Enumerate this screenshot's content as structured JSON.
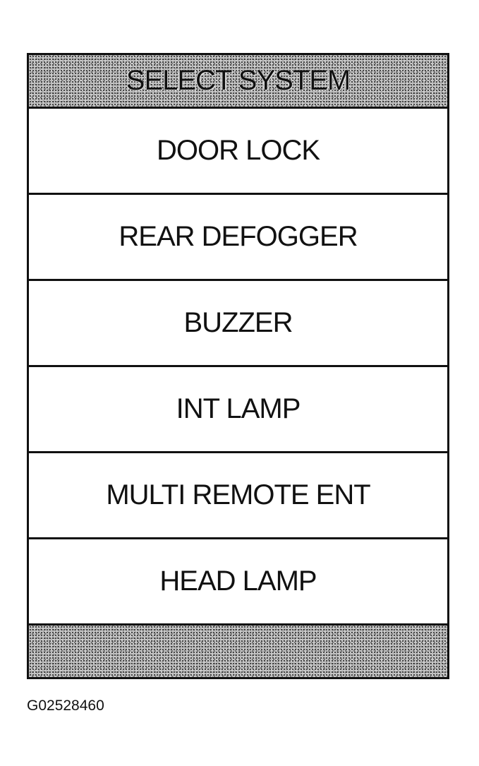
{
  "header": {
    "title": "SELECT SYSTEM"
  },
  "menu": {
    "items": [
      {
        "label": "DOOR LOCK"
      },
      {
        "label": "REAR DEFOGGER"
      },
      {
        "label": "BUZZER"
      },
      {
        "label": "INT LAMP"
      },
      {
        "label": "MULTI REMOTE ENT"
      },
      {
        "label": "HEAD LAMP"
      }
    ]
  },
  "caption": {
    "figure_id": "G02528460"
  }
}
